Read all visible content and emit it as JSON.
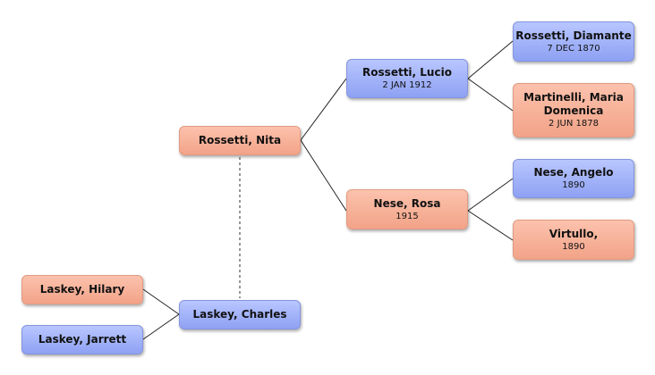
{
  "people": {
    "nita": {
      "name": "Rossetti, Nita",
      "date": "",
      "sex": "female"
    },
    "charles": {
      "name": "Laskey, Charles",
      "date": "",
      "sex": "male"
    },
    "hilary": {
      "name": "Laskey, Hilary",
      "date": "",
      "sex": "female"
    },
    "jarrett": {
      "name": "Laskey, Jarrett",
      "date": "",
      "sex": "male"
    },
    "lucio": {
      "name": "Rossetti, Lucio",
      "date": "2 JAN 1912",
      "sex": "male"
    },
    "rosa": {
      "name": "Nese, Rosa",
      "date": "1915",
      "sex": "female"
    },
    "diamante": {
      "name": "Rossetti, Diamante",
      "date": "7 DEC 1870",
      "sex": "male"
    },
    "martinelli": {
      "name": "Martinelli, Maria Domenica",
      "date": "2 JUN 1878",
      "sex": "female"
    },
    "angelo": {
      "name": "Nese, Angelo",
      "date": "1890",
      "sex": "male"
    },
    "virtullo": {
      "name": "Virtullo,",
      "date": "1890",
      "sex": "female"
    }
  },
  "colors": {
    "male": "#9aabf7",
    "female": "#f6ae94",
    "connector": "#222222",
    "spouse_link": "#777777"
  }
}
